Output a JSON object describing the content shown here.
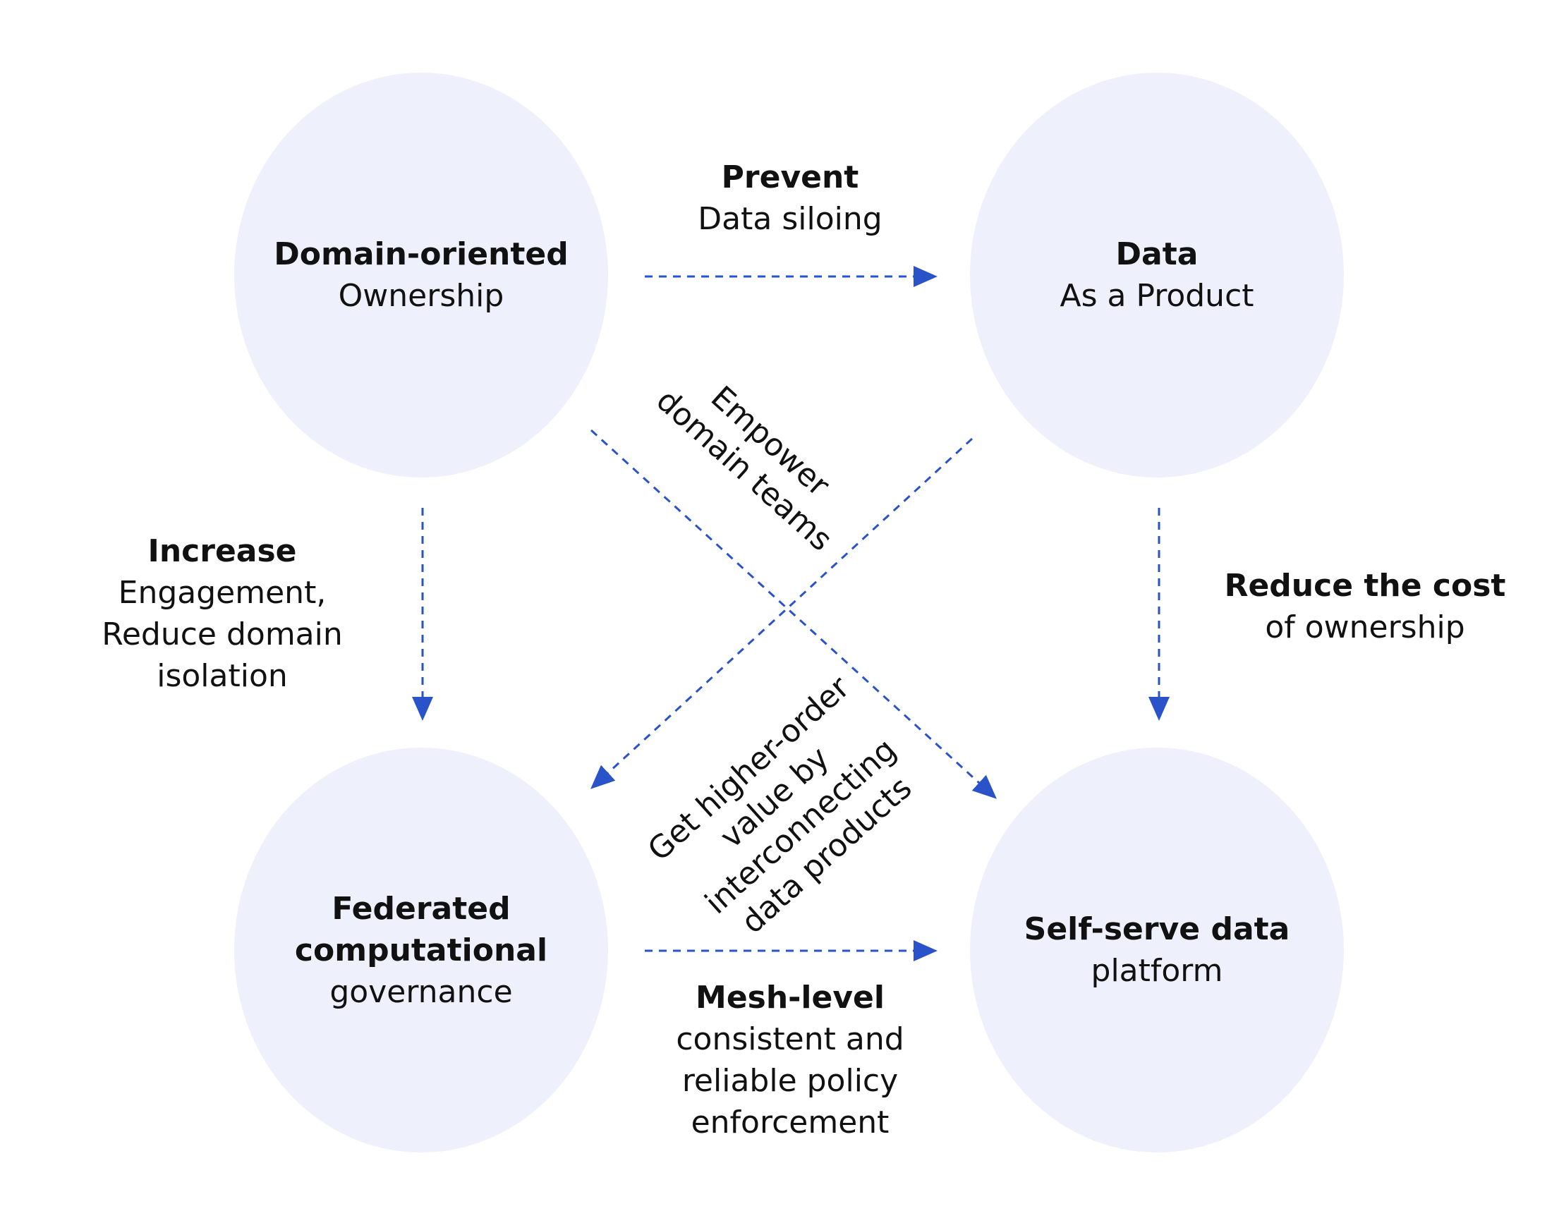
{
  "colors": {
    "circle_fill": "#eef0fb",
    "arrow": "#2a52c9",
    "text": "#111111"
  },
  "nodes": {
    "domain": {
      "bold": "Domain-oriented",
      "normal": "Ownership"
    },
    "data": {
      "bold": "Data",
      "normal": "As a Product"
    },
    "federated": {
      "bold1": "Federated",
      "bold2": "computational",
      "normal": "governance"
    },
    "selfserve": {
      "bold": "Self-serve data",
      "normal": "platform"
    }
  },
  "edges": {
    "prevent": {
      "bold": "Prevent",
      "line1": "Data siloing"
    },
    "increase": {
      "bold": "Increase",
      "line1": "Engagement,",
      "line2": "Reduce domain",
      "line3": "isolation"
    },
    "reduce": {
      "bold": "Reduce the cost",
      "line1": "of ownership"
    },
    "empower": {
      "line1": "Empower",
      "line2": "domain teams"
    },
    "higher": {
      "line1": "Get higher-order",
      "line2": "value by",
      "line3": "interconnecting",
      "line4": "data products"
    },
    "mesh": {
      "bold": "Mesh-level",
      "line1": "consistent and",
      "line2": "reliable policy",
      "line3": "enforcement"
    }
  }
}
